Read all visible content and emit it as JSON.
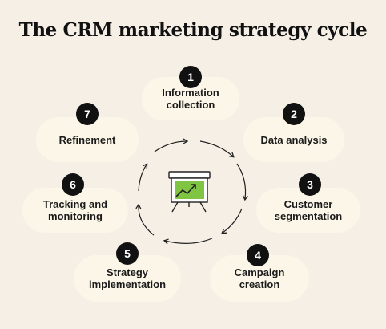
{
  "title": "The CRM marketing strategy cycle",
  "steps": [
    {
      "number": "1",
      "label": "Information\ncollection"
    },
    {
      "number": "2",
      "label": "Data analysis"
    },
    {
      "number": "3",
      "label": "Customer\nsegmentation"
    },
    {
      "number": "4",
      "label": "Campaign\ncreation"
    },
    {
      "number": "5",
      "label": "Strategy\nimplementation"
    },
    {
      "number": "6",
      "label": "Tracking and\nmonitoring"
    },
    {
      "number": "7",
      "label": "Refinement"
    }
  ],
  "center_icon": "presentation-board-chart-icon",
  "colors": {
    "background": "#f5efe6",
    "pill": "#fbf6e7",
    "badge": "#111111",
    "chart_green": "#7fc442"
  }
}
